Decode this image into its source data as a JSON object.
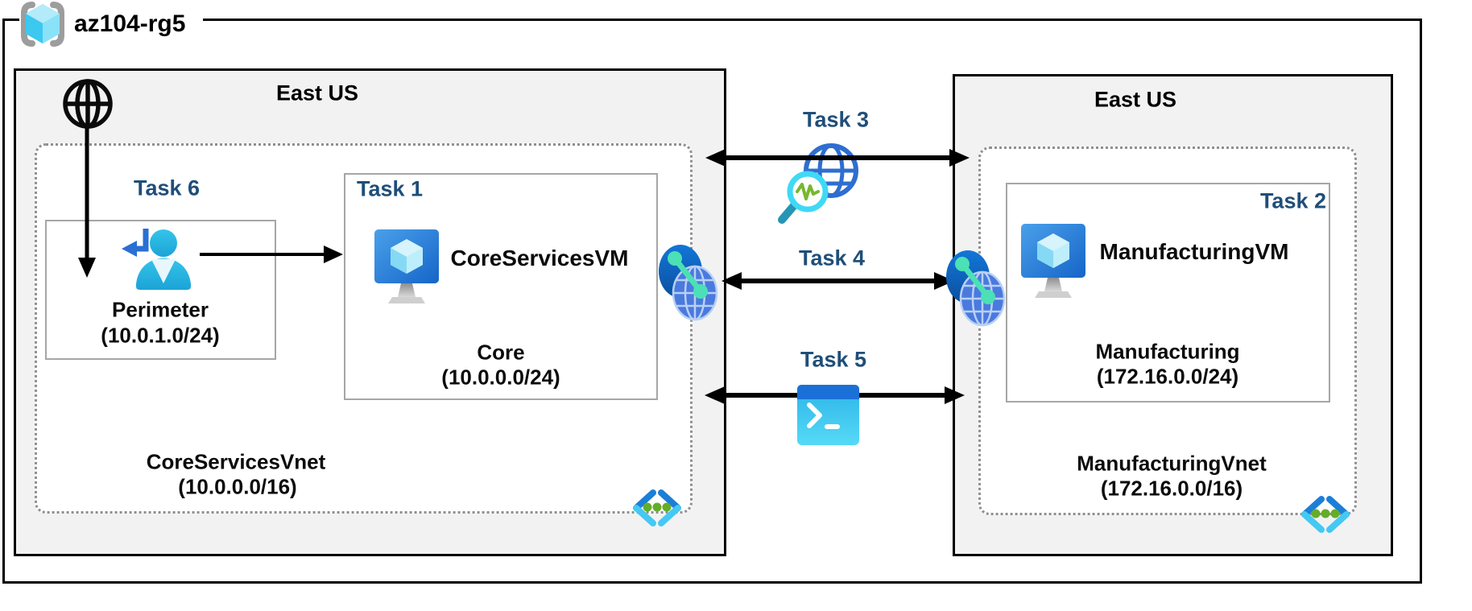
{
  "resource_group": {
    "label": "az104-rg5"
  },
  "regions": {
    "left": "East US",
    "right": "East US"
  },
  "task_labels": {
    "task1": "Task 1",
    "task2": "Task 2",
    "task3": "Task 3",
    "task4": "Task 4",
    "task5": "Task 5",
    "task6": "Task 6"
  },
  "left_vnet": {
    "name": "CoreServicesVnet",
    "cidr": "(10.0.0.0/16)",
    "vm": "CoreServicesVM",
    "subnets": {
      "perimeter": {
        "name": "Perimeter",
        "cidr": "(10.0.1.0/24)"
      },
      "core": {
        "name": "Core",
        "cidr": "(10.0.0.0/24)"
      }
    }
  },
  "right_vnet": {
    "name": "ManufacturingVnet",
    "cidr": "(172.16.0.0/16)",
    "vm": "ManufacturingVM",
    "subnets": {
      "manufacturing": {
        "name": "Manufacturing",
        "cidr": "(172.16.0.0/24)"
      }
    }
  },
  "icons": {
    "resource_group": "resource-group-icon",
    "internet": "internet-globe-icon",
    "perimeter_user": "user-return-arrow-icon",
    "virtual_machine": "virtual-machine-icon",
    "vnet_peering": "vnet-peering-icon",
    "network_watcher": "globe-magnifier-icon",
    "cloud_shell": "terminal-icon",
    "virtual_network": "vnet-chevrons-icon"
  },
  "colors": {
    "task_label": "#1f4e79",
    "region_fill": "#f2f2f2",
    "region_border": "#000000",
    "vnet_dotted_border": "#8f8f8f",
    "subbox_border": "#a6a6a6",
    "arrow": "#000000",
    "vm_blue_dark": "#1565c8",
    "vm_blue_light": "#4aa0ea",
    "cyan_person": "#2fbae6",
    "peering_teal": "#4be0b5",
    "shell_cyan": "#46d1f2",
    "dot_green": "#64ad28"
  }
}
